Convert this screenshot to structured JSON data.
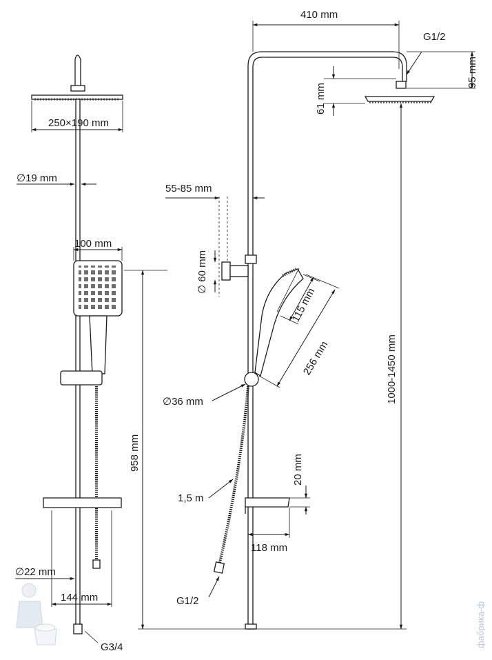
{
  "diagram": {
    "left_view": {
      "head_size": "250×190 mm",
      "pipe_diameter": "∅19 mm",
      "hand_shower_width": "100 mm",
      "bar_height": "958 mm",
      "bottom_pipe_diameter": "∅22 mm",
      "shelf_depth": "144 mm",
      "inlet_thread": "G3/4"
    },
    "right_view": {
      "arm_length": "410 mm",
      "head_thread": "G1/2",
      "arm_drop": "95 mm",
      "head_drop": "61 mm",
      "bracket_range": "55-85 mm",
      "bracket_diameter": "∅ 60 mm",
      "hand_head_length": "115 mm",
      "hand_length": "256 mm",
      "slider_diameter": "∅36 mm",
      "total_height": "1000-1450 mm",
      "hose_length": "1,5 m",
      "shelf_offset": "20 mm",
      "shelf_width": "118 mm",
      "hose_thread": "G1/2"
    }
  },
  "watermark": "фабрика-ф"
}
